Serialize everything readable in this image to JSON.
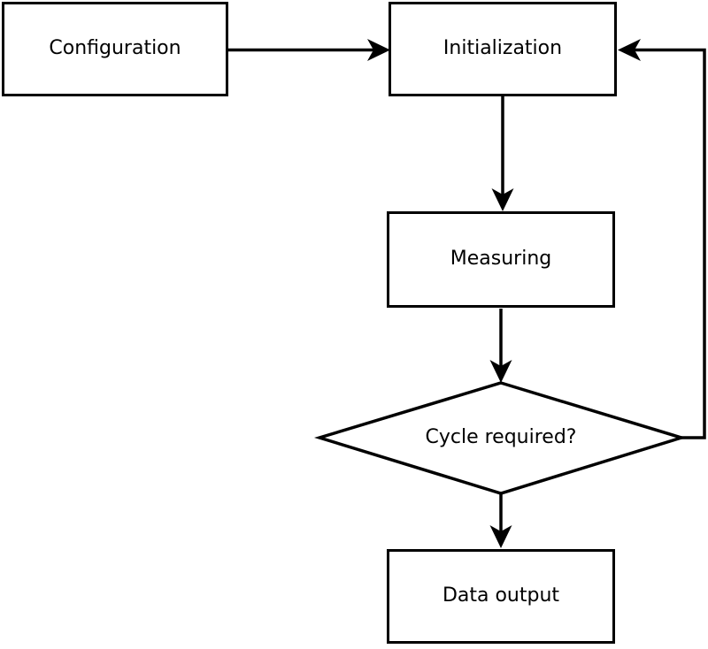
{
  "nodes": {
    "configuration": {
      "label": "Configuration",
      "shape": "rectangle"
    },
    "initialization": {
      "label": "Initialization",
      "shape": "rectangle"
    },
    "measuring": {
      "label": "Measuring",
      "shape": "rectangle"
    },
    "cycle_required": {
      "label": "Cycle required?",
      "shape": "diamond"
    },
    "data_output": {
      "label": "Data output",
      "shape": "rectangle"
    }
  },
  "edges": [
    {
      "from": "configuration",
      "to": "initialization"
    },
    {
      "from": "initialization",
      "to": "measuring"
    },
    {
      "from": "measuring",
      "to": "cycle_required"
    },
    {
      "from": "cycle_required",
      "to": "data_output"
    },
    {
      "from": "cycle_required",
      "to": "initialization"
    }
  ],
  "colors": {
    "line": "#000000",
    "text": "#000000",
    "node_fill": "#ffffff",
    "background": "#ffffff"
  }
}
